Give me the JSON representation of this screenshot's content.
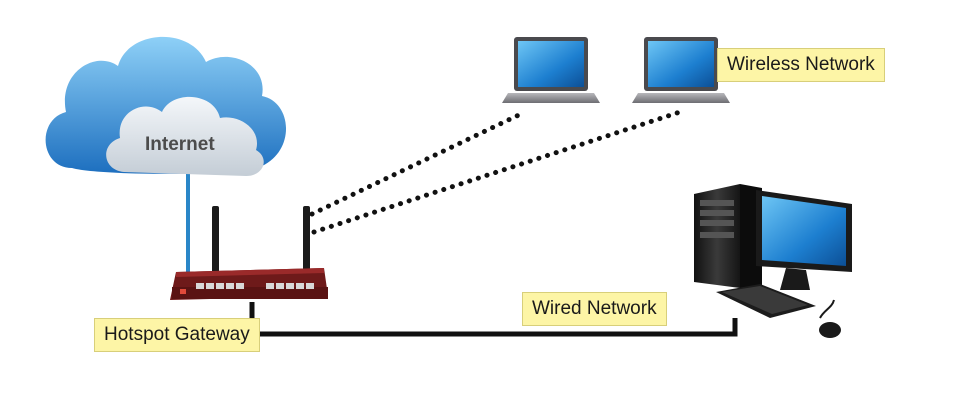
{
  "labels": {
    "internet": "Internet",
    "wireless_network": "Wireless Network",
    "wired_network": "Wired Network",
    "hotspot_gateway": "Hotspot Gateway"
  },
  "nodes": [
    {
      "id": "internet",
      "kind": "cloud",
      "icon": "cloud-icon"
    },
    {
      "id": "router",
      "kind": "router",
      "icon": "router-icon"
    },
    {
      "id": "laptop-1",
      "kind": "laptop",
      "icon": "laptop-icon"
    },
    {
      "id": "laptop-2",
      "kind": "laptop",
      "icon": "laptop-icon"
    },
    {
      "id": "desktop",
      "kind": "desktop",
      "icon": "desktop-computer-icon"
    }
  ],
  "edges": [
    {
      "from": "internet",
      "to": "router",
      "style": "solid",
      "color": "#2a86c8"
    },
    {
      "from": "router",
      "to": "laptop-1",
      "style": "dotted",
      "color": "#111111"
    },
    {
      "from": "router",
      "to": "laptop-2",
      "style": "dotted",
      "color": "#111111"
    },
    {
      "from": "router",
      "to": "desktop",
      "style": "solid",
      "color": "#111111"
    }
  ],
  "colors": {
    "label_fill": "#fdf5a6",
    "cloud_blue": "#3a8fd6",
    "router_red": "#7a1c1c",
    "uplink_blue": "#2a86c8"
  }
}
